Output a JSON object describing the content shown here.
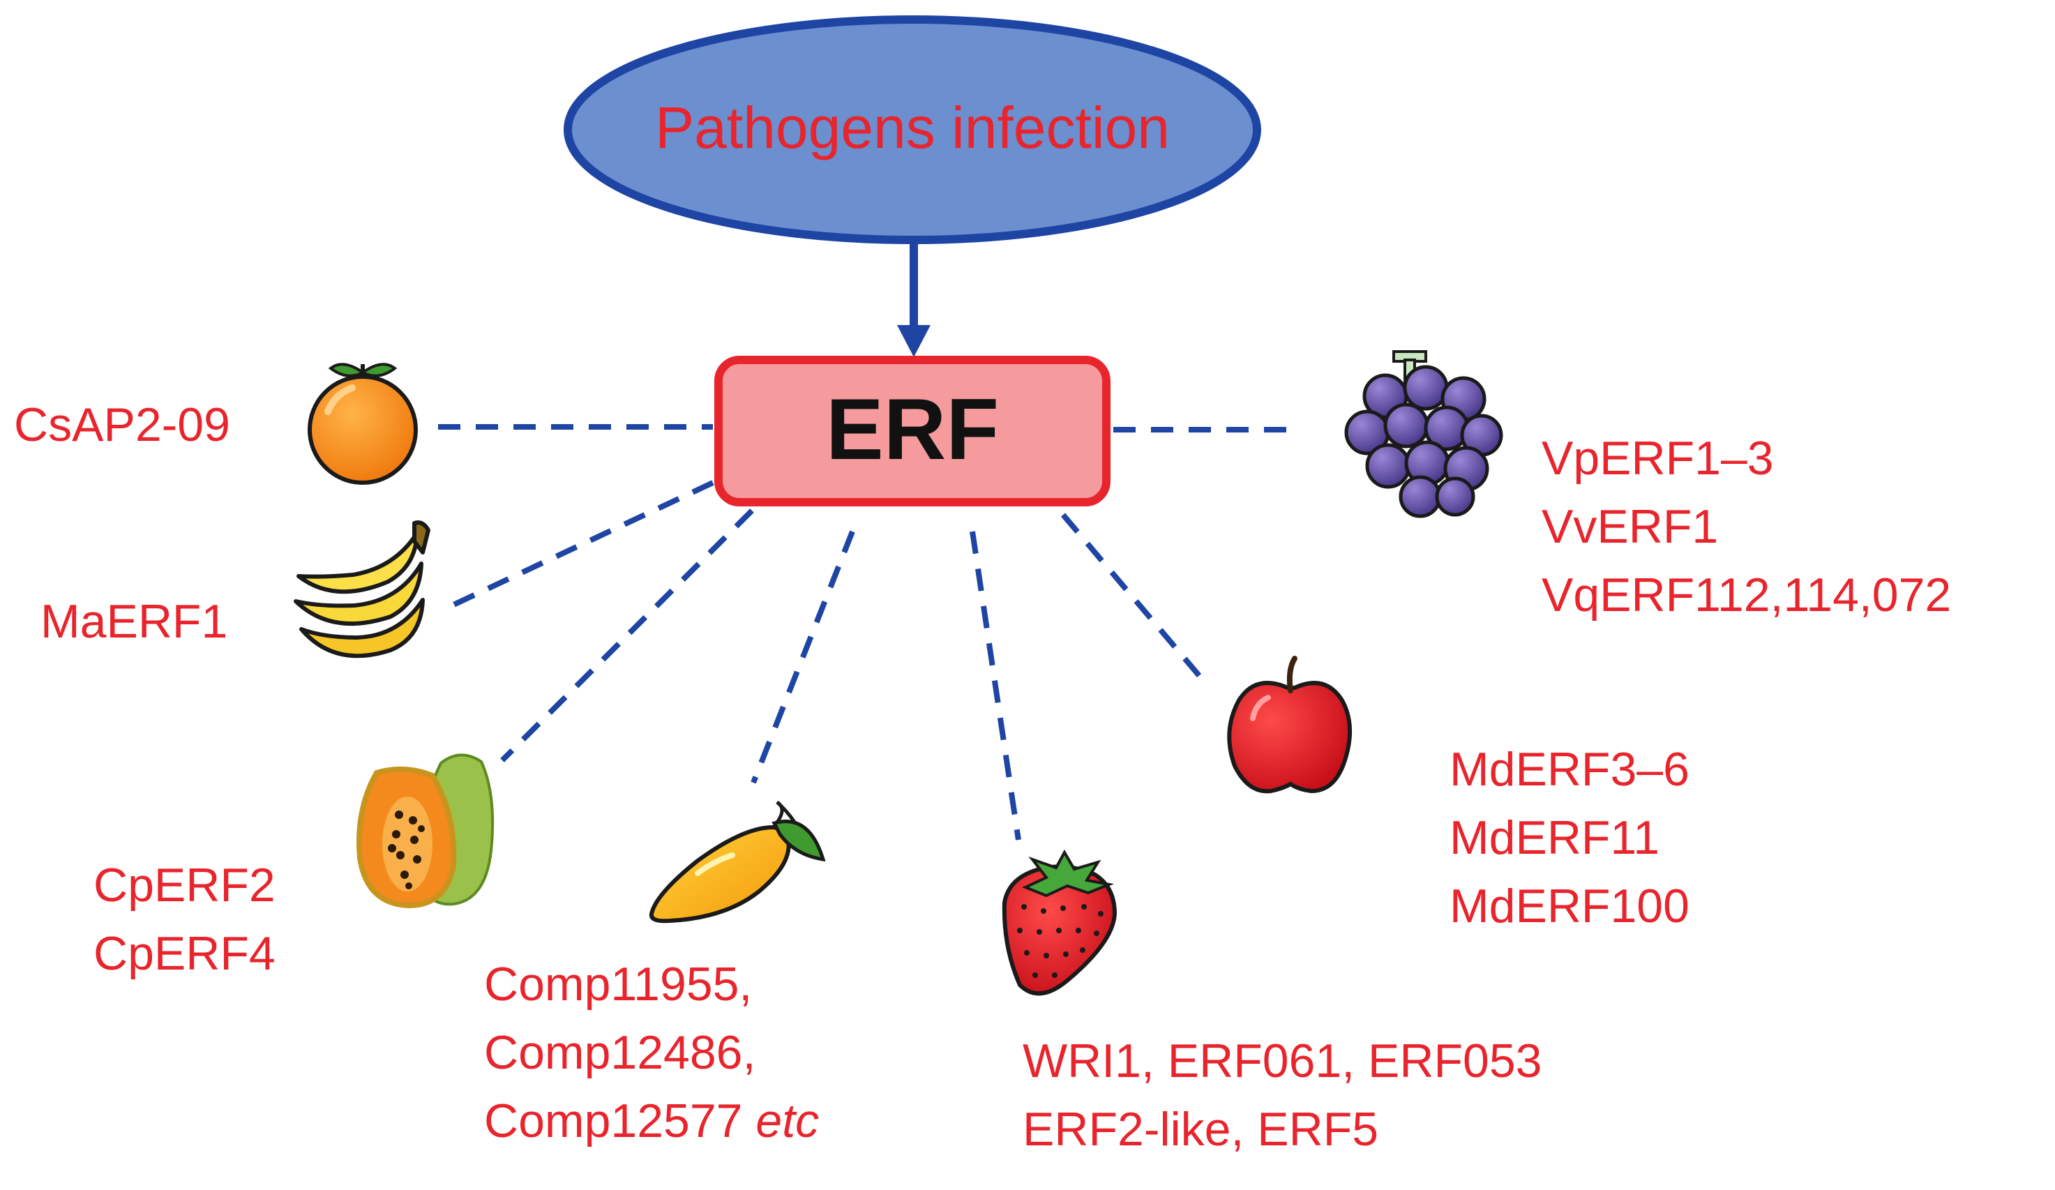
{
  "source": {
    "label": "Pathogens infection"
  },
  "hub": {
    "label": "ERF"
  },
  "colors": {
    "label_red": "#e8242c",
    "ellipse_fill": "#6b8fcf",
    "ellipse_stroke": "#1e44a4",
    "hub_fill": "#f59a9d",
    "hub_stroke": "#e8242c",
    "connector": "#1e44a4"
  },
  "fruits": [
    {
      "id": "orange",
      "icon": "orange-icon",
      "lines": [
        "CsAP2-09"
      ]
    },
    {
      "id": "banana",
      "icon": "banana-icon",
      "lines": [
        "MaERF1"
      ]
    },
    {
      "id": "papaya",
      "icon": "papaya-icon",
      "lines": [
        "CpERF2",
        "CpERF4"
      ]
    },
    {
      "id": "mango",
      "icon": "mango-icon",
      "lines": [
        "Comp11955,",
        "Comp12486,",
        "Comp12577"
      ],
      "suffix": "etc"
    },
    {
      "id": "strawberry",
      "icon": "strawberry-icon",
      "lines": [
        "WRI1, ERF061, ERF053",
        "ERF2-like, ERF5"
      ]
    },
    {
      "id": "apple",
      "icon": "apple-icon",
      "lines": [
        "MdERF3–6",
        "MdERF11",
        "MdERF100"
      ]
    },
    {
      "id": "grape",
      "icon": "grape-icon",
      "lines": [
        "VpERF1–3",
        "VvERF1",
        "VqERF112,114,072"
      ]
    }
  ]
}
